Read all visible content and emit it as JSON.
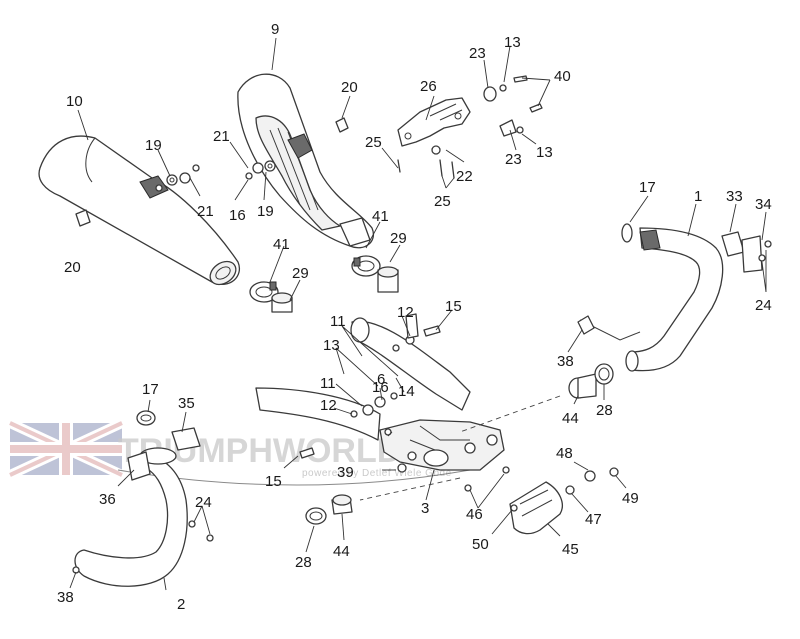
{
  "watermark": {
    "brand_text": "TRIUMPHWORLD.de",
    "sub_text": "powered by Detlef Wiele Gbde",
    "flag_colors": {
      "blue": "#8a93b8",
      "red": "#d9a0a0",
      "white": "#ffffff"
    }
  },
  "callouts": [
    {
      "id": "c1",
      "label": "1"
    },
    {
      "id": "c2",
      "label": "2"
    },
    {
      "id": "c3",
      "label": "3"
    },
    {
      "id": "c6",
      "label": "6"
    },
    {
      "id": "c9",
      "label": "9"
    },
    {
      "id": "c10",
      "label": "10"
    },
    {
      "id": "c11a",
      "label": "11"
    },
    {
      "id": "c11b",
      "label": "11"
    },
    {
      "id": "c12a",
      "label": "12"
    },
    {
      "id": "c12b",
      "label": "12"
    },
    {
      "id": "c13a",
      "label": "13"
    },
    {
      "id": "c13b",
      "label": "13"
    },
    {
      "id": "c13c",
      "label": "13"
    },
    {
      "id": "c14",
      "label": "14"
    },
    {
      "id": "c15a",
      "label": "15"
    },
    {
      "id": "c15b",
      "label": "15"
    },
    {
      "id": "c16a",
      "label": "16"
    },
    {
      "id": "c16b",
      "label": "16"
    },
    {
      "id": "c17a",
      "label": "17"
    },
    {
      "id": "c17b",
      "label": "17"
    },
    {
      "id": "c19a",
      "label": "19"
    },
    {
      "id": "c19b",
      "label": "19"
    },
    {
      "id": "c20a",
      "label": "20"
    },
    {
      "id": "c20b",
      "label": "20"
    },
    {
      "id": "c21a",
      "label": "21"
    },
    {
      "id": "c21b",
      "label": "21"
    },
    {
      "id": "c22",
      "label": "22"
    },
    {
      "id": "c23a",
      "label": "23"
    },
    {
      "id": "c23b",
      "label": "23"
    },
    {
      "id": "c24a",
      "label": "24"
    },
    {
      "id": "c24b",
      "label": "24"
    },
    {
      "id": "c25a",
      "label": "25"
    },
    {
      "id": "c25b",
      "label": "25"
    },
    {
      "id": "c26",
      "label": "26"
    },
    {
      "id": "c28a",
      "label": "28"
    },
    {
      "id": "c28b",
      "label": "28"
    },
    {
      "id": "c29a",
      "label": "29"
    },
    {
      "id": "c29b",
      "label": "29"
    },
    {
      "id": "c33",
      "label": "33"
    },
    {
      "id": "c34",
      "label": "34"
    },
    {
      "id": "c35",
      "label": "35"
    },
    {
      "id": "c36",
      "label": "36"
    },
    {
      "id": "c38a",
      "label": "38"
    },
    {
      "id": "c38b",
      "label": "38"
    },
    {
      "id": "c39",
      "label": "39"
    },
    {
      "id": "c40",
      "label": "40"
    },
    {
      "id": "c41a",
      "label": "41"
    },
    {
      "id": "c41b",
      "label": "41"
    },
    {
      "id": "c44a",
      "label": "44"
    },
    {
      "id": "c44b",
      "label": "44"
    },
    {
      "id": "c45",
      "label": "45"
    },
    {
      "id": "c46",
      "label": "46"
    },
    {
      "id": "c47",
      "label": "47"
    },
    {
      "id": "c48",
      "label": "48"
    },
    {
      "id": "c49",
      "label": "49"
    },
    {
      "id": "c50",
      "label": "50"
    }
  ]
}
